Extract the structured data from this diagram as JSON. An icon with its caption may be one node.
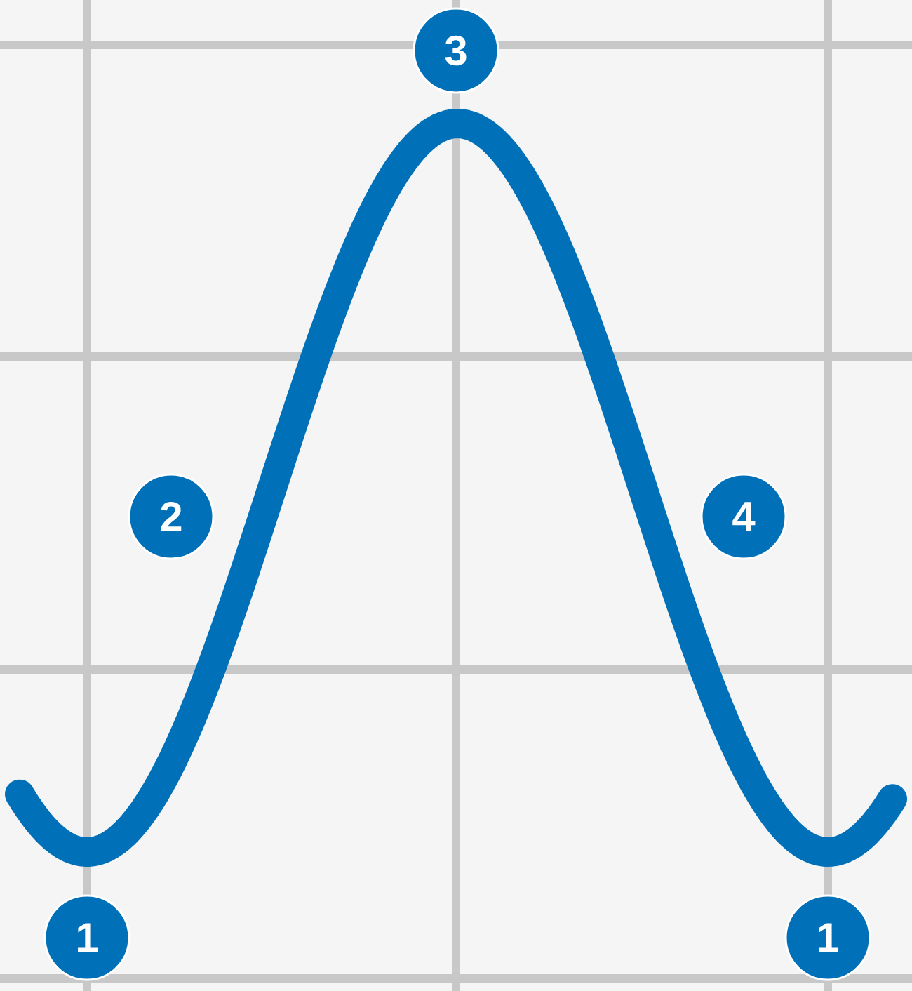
{
  "diagram": {
    "nodes": [
      {
        "text": [
          "3"
        ]
      },
      {
        "text": [
          "2"
        ]
      },
      {
        "text": [
          "4"
        ]
      },
      {
        "text": [
          "1"
        ]
      },
      {
        "text": [
          "1"
        ]
      }
    ]
  }
}
